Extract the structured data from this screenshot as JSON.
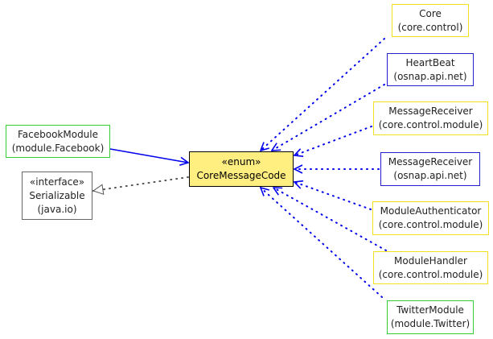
{
  "diagram": {
    "center": {
      "stereotype": "«enum»",
      "name": "CoreMessageCode",
      "fill": "#ffef80",
      "border": "#000000"
    },
    "left_nodes": [
      {
        "id": "facebook",
        "lines": [
          "FacebookModule",
          "(module.Facebook)"
        ],
        "border": "#33cc33",
        "edge": "uses"
      },
      {
        "id": "serializable",
        "lines": [
          "«interface»",
          "Serializable",
          "(java.io)"
        ],
        "border": "#666666",
        "edge": "implements"
      }
    ],
    "right_nodes": [
      {
        "id": "core",
        "lines": [
          "Core",
          "(core.control)"
        ],
        "border": "#f0e020"
      },
      {
        "id": "heartbeat",
        "lines": [
          "HeartBeat",
          "(osnap.api.net)"
        ],
        "border": "#2222cc"
      },
      {
        "id": "msgrecv-core",
        "lines": [
          "MessageReceiver",
          "(core.control.module)"
        ],
        "border": "#f0e020"
      },
      {
        "id": "msgrecv-osnap",
        "lines": [
          "MessageReceiver",
          "(osnap.api.net)"
        ],
        "border": "#2222cc"
      },
      {
        "id": "modauth",
        "lines": [
          "ModuleAuthenticator",
          "(core.control.module)"
        ],
        "border": "#f0e020"
      },
      {
        "id": "modhandler",
        "lines": [
          "ModuleHandler",
          "(core.control.module)"
        ],
        "border": "#f0e020"
      },
      {
        "id": "twitter",
        "lines": [
          "TwitterModule",
          "(module.Twitter)"
        ],
        "border": "#33cc33"
      }
    ],
    "colors": {
      "edge": "#0000ee",
      "realization": "#555555"
    }
  }
}
